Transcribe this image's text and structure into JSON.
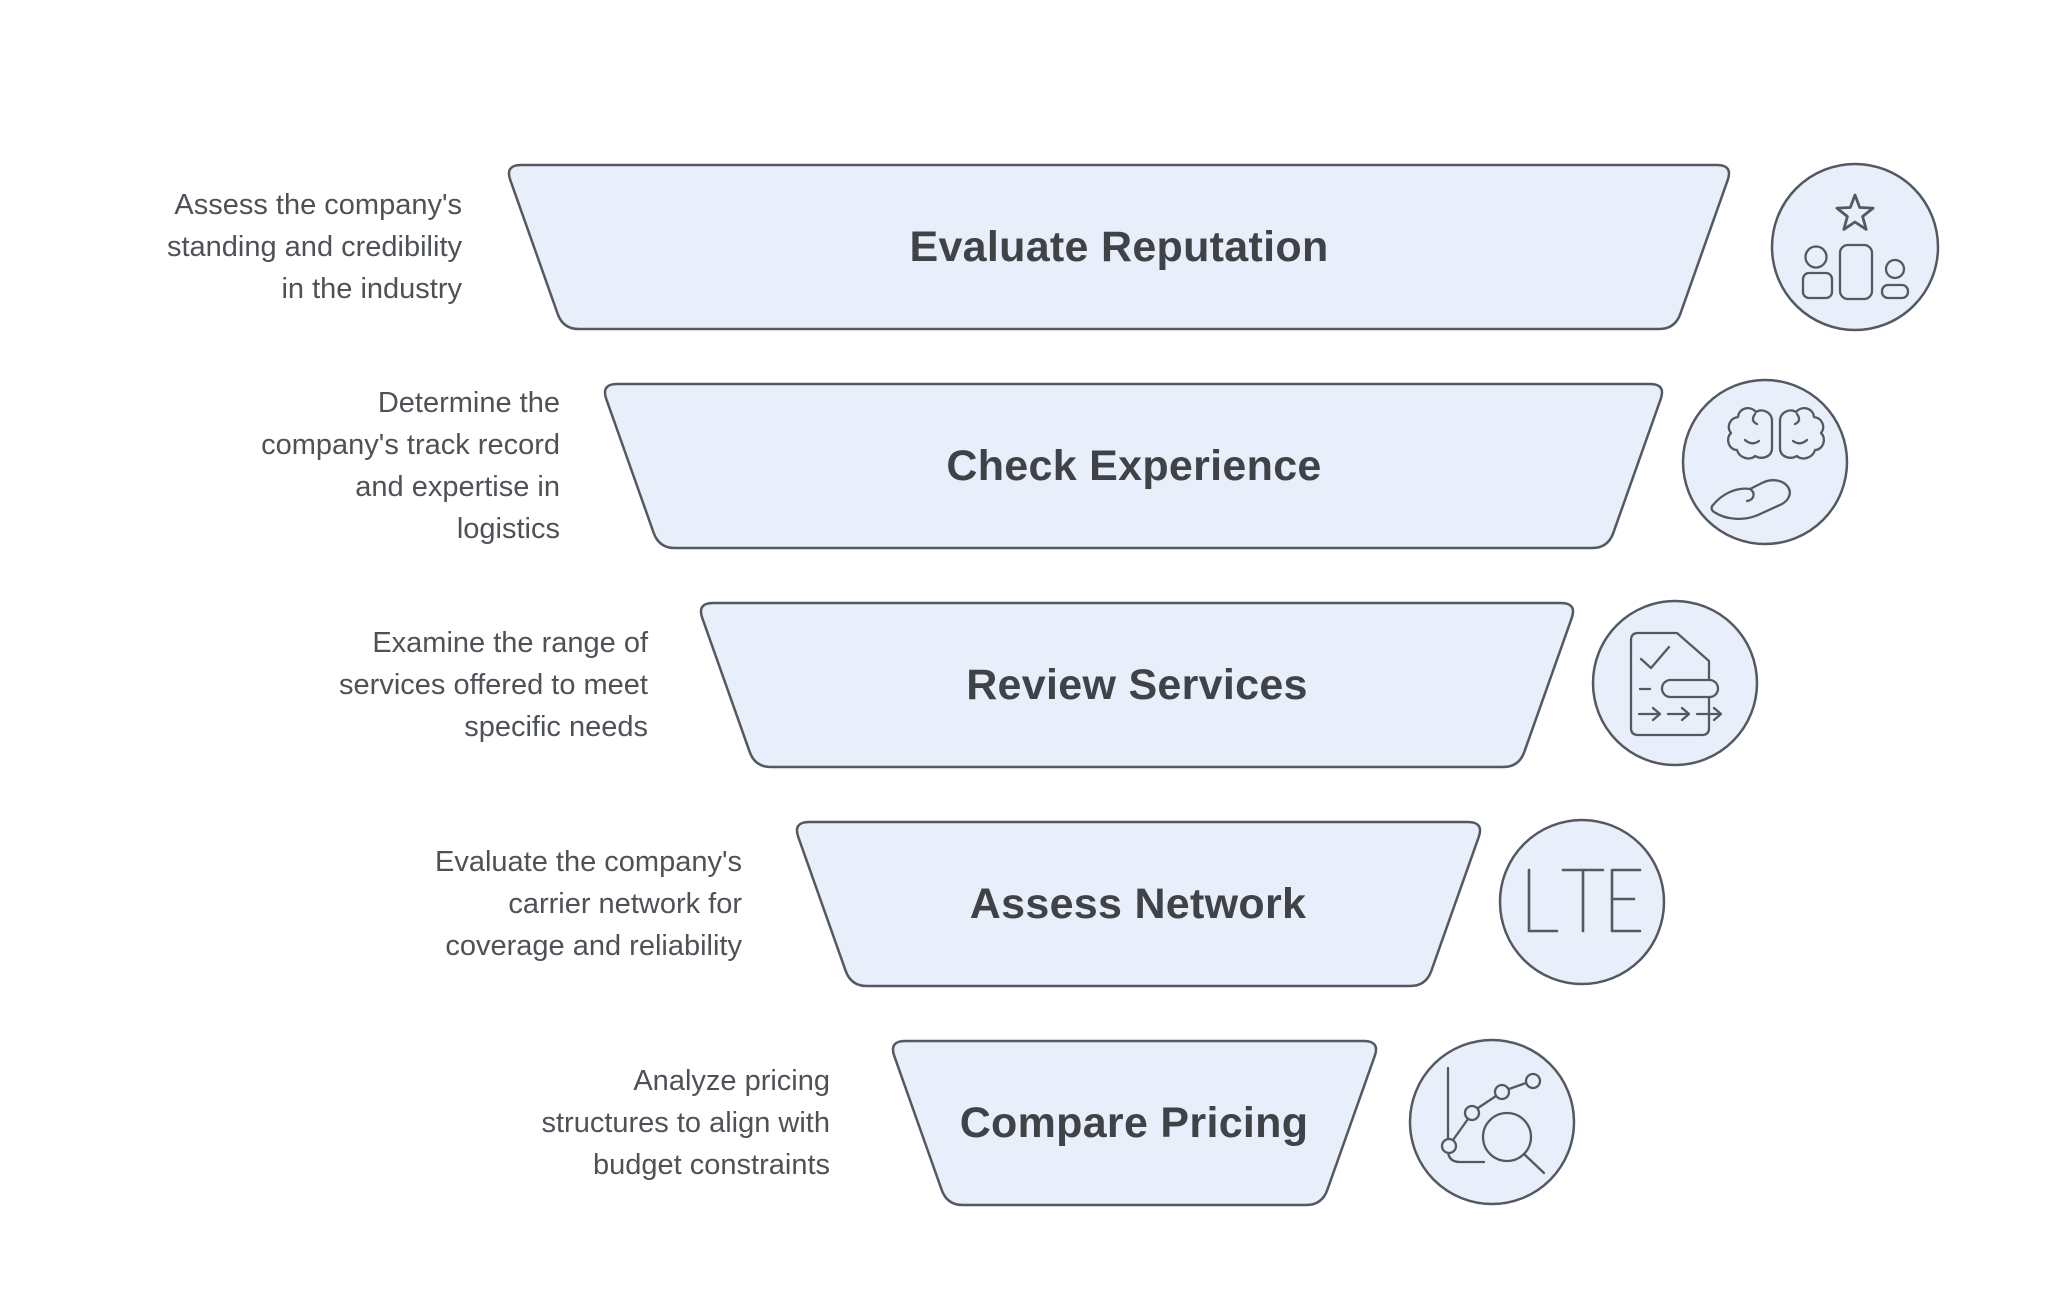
{
  "colors": {
    "background": "#ffffff",
    "shape_fill": "#e9eefb",
    "shape_stroke": "#545961",
    "title_text": "#3f4347",
    "description_text": "#4e5257"
  },
  "funnel": {
    "levels": [
      {
        "title": "Evaluate Reputation",
        "description": "Assess the company's\nstanding and credibility\nin the industry",
        "icon": "reputation-podium-star-icon"
      },
      {
        "title": "Check Experience",
        "description": "Determine the\ncompany's track record\nand expertise in\nlogistics",
        "icon": "brain-in-hand-icon"
      },
      {
        "title": "Review Services",
        "description": "Examine the range of\nservices offered to meet\nspecific needs",
        "icon": "document-checklist-arrows-icon"
      },
      {
        "title": "Assess Network",
        "description": "Evaluate the company's\ncarrier network for\ncoverage and reliability",
        "icon": "lte-badge-icon"
      },
      {
        "title": "Compare Pricing",
        "description": "Analyze pricing\nstructures to align with\nbudget constraints",
        "icon": "chart-magnifier-icon"
      }
    ]
  }
}
